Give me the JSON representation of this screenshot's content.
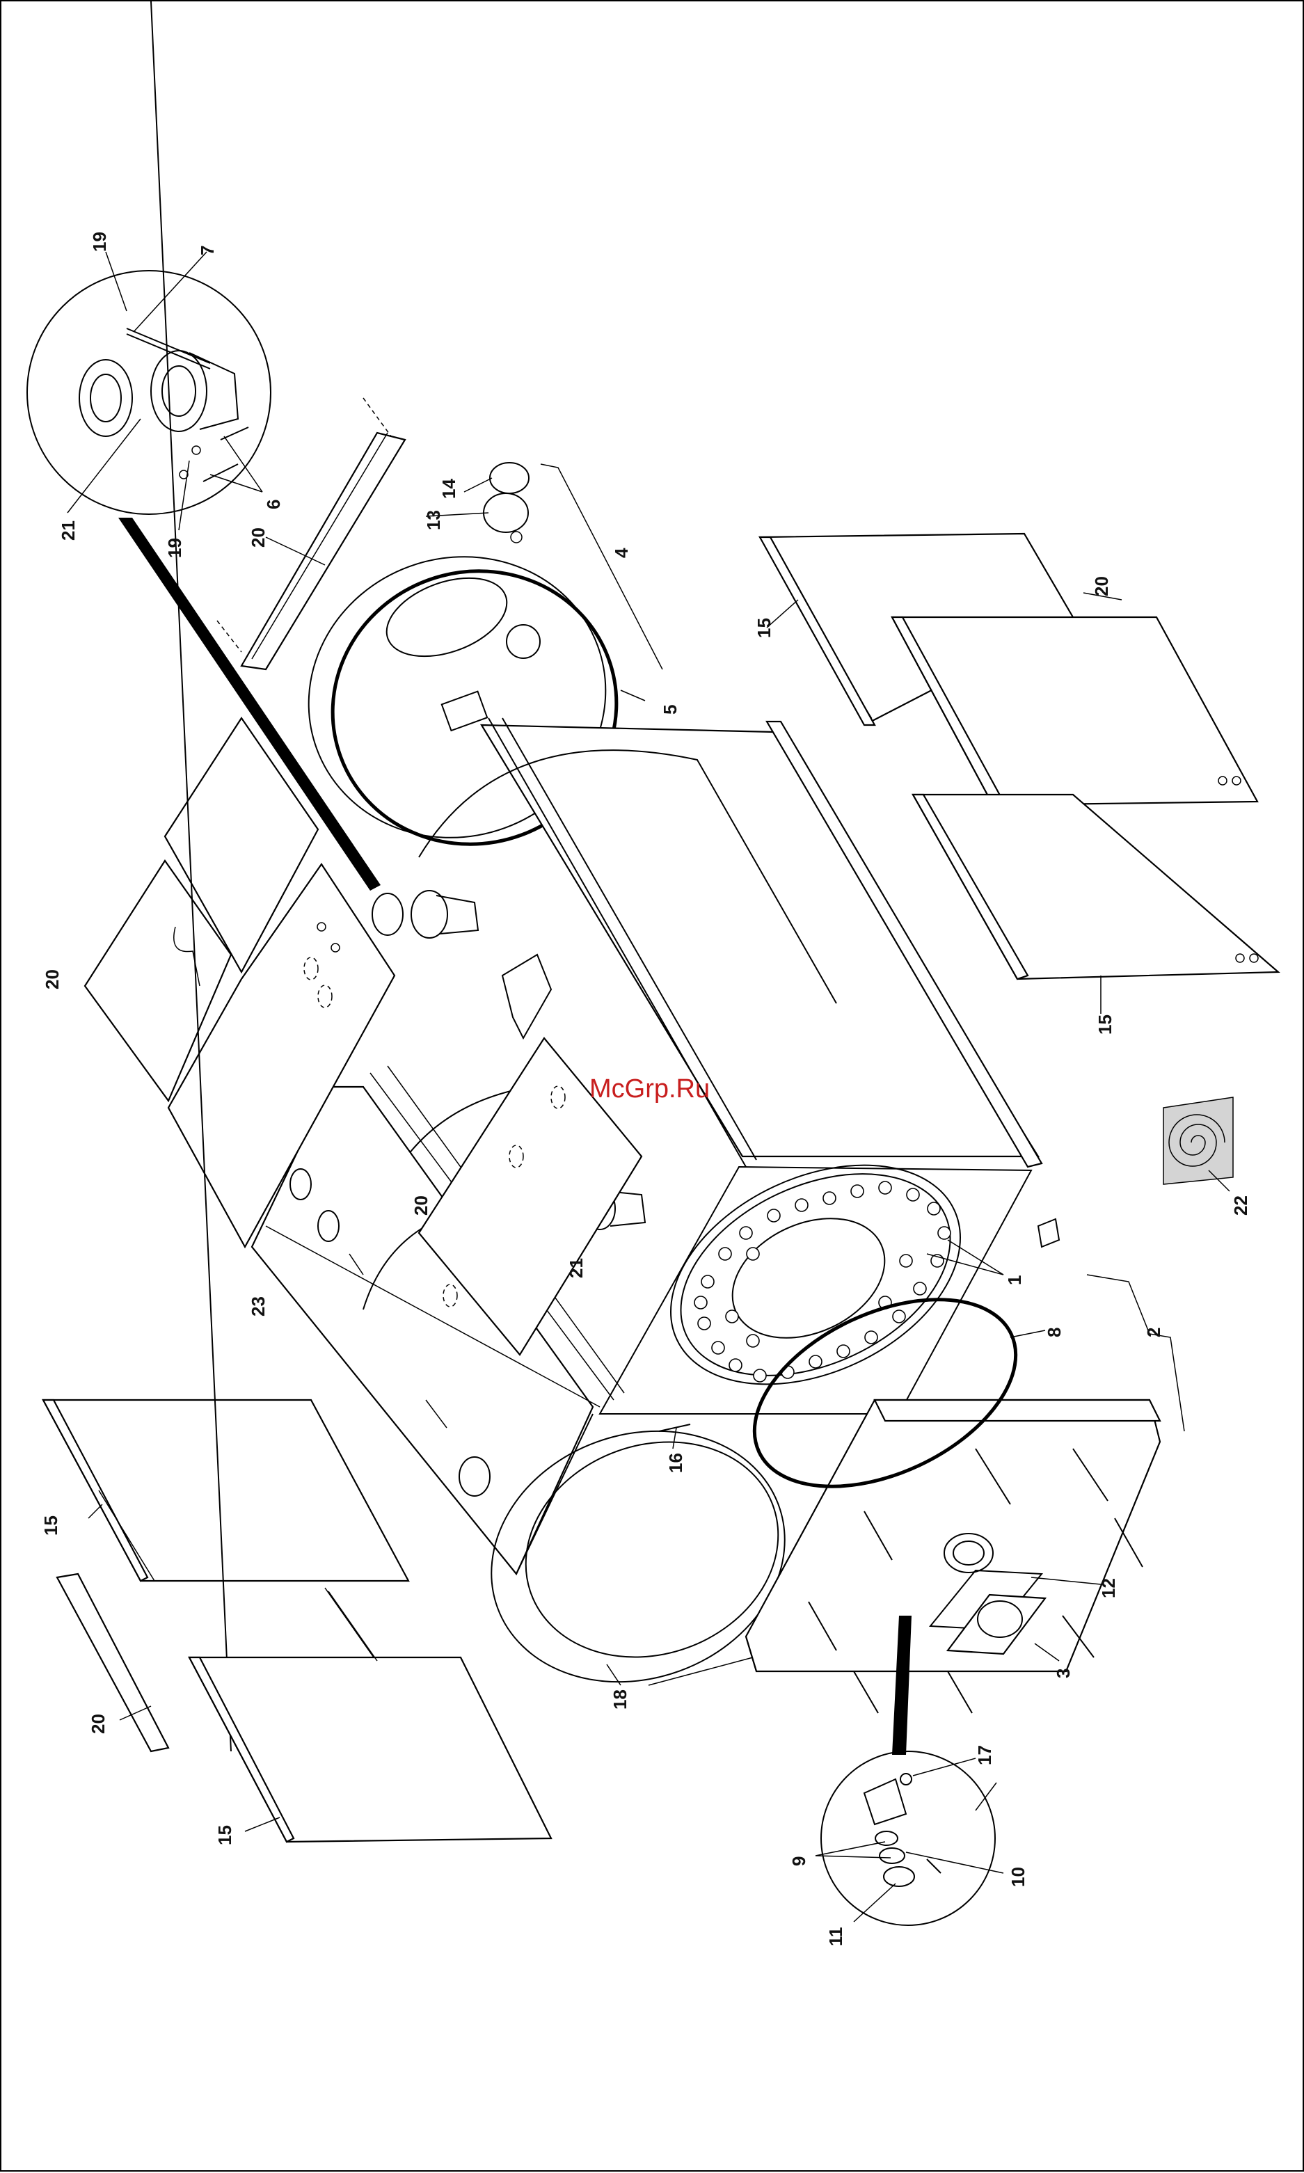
{
  "watermark": "McGrp.Ru",
  "labels": {
    "l19a": "19",
    "l7": "7",
    "l6": "6",
    "l19b": "19",
    "l21a": "21",
    "l20a": "20",
    "l14": "14",
    "l13": "13",
    "l4": "4",
    "l5": "5",
    "l15a": "15",
    "l20b": "20",
    "l15b": "15",
    "l20c": "20",
    "l20d": "20",
    "l21b": "21",
    "l23": "23",
    "l1": "1",
    "l8": "8",
    "l2": "2",
    "l22": "22",
    "l16": "16",
    "l12": "12",
    "l3": "3",
    "l15c": "15",
    "l20e": "20",
    "l15d": "15",
    "l18": "18",
    "l17": "17",
    "l9": "9",
    "l10": "10",
    "l11": "11"
  }
}
